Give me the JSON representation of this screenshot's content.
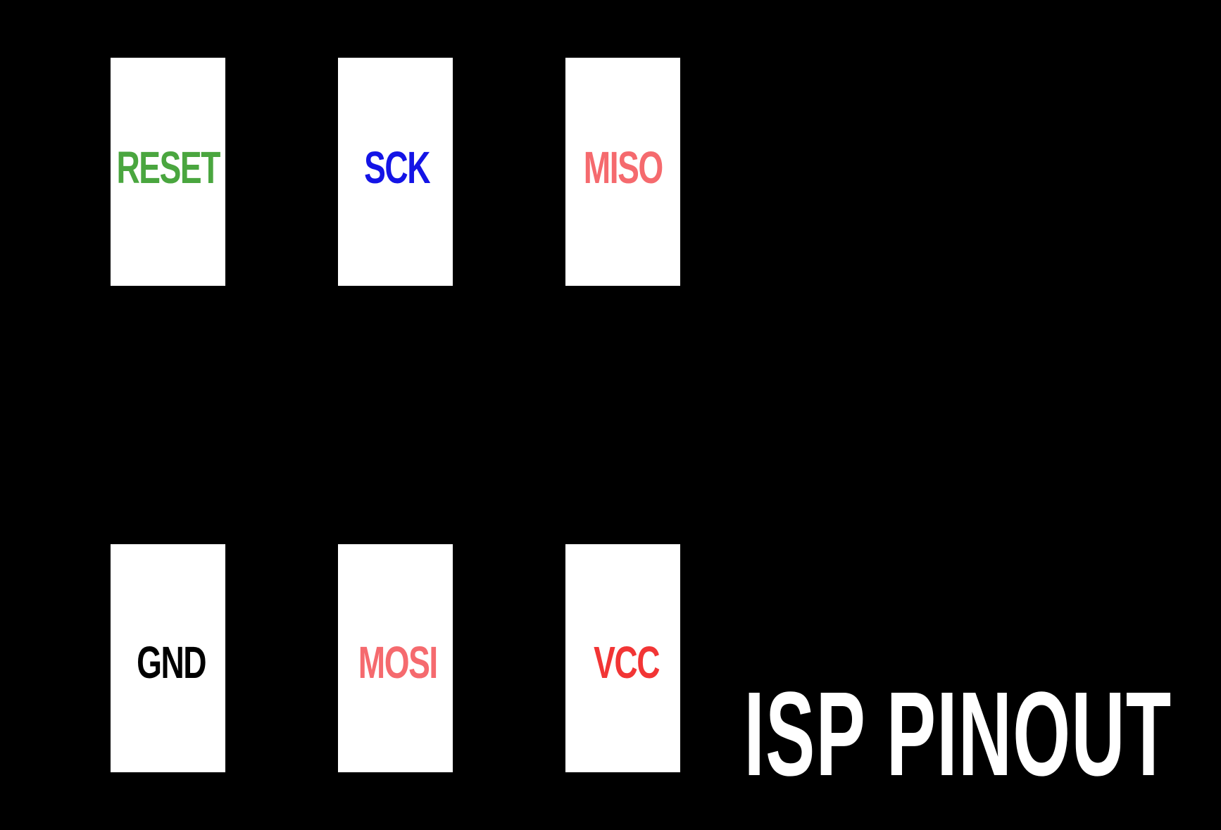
{
  "title": "ISP PINOUT",
  "pins": [
    {
      "label": "RESET",
      "color": "#4aa63f"
    },
    {
      "label": "SCK",
      "color": "#1414e6"
    },
    {
      "label": "MISO",
      "color": "#f56a6e"
    },
    {
      "label": "GND",
      "color": "#000000"
    },
    {
      "label": "MOSI",
      "color": "#f56a6e"
    },
    {
      "label": "VCC",
      "color": "#f23535"
    }
  ]
}
